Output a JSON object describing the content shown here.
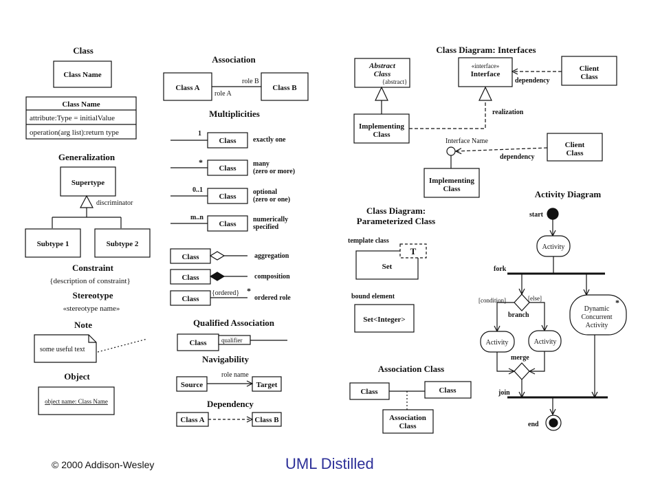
{
  "footer": {
    "copyright": "© 2000 Addison-Wesley",
    "title": "UML Distilled"
  },
  "class_section": {
    "heading": "Class",
    "class_name_box": "Class Name",
    "detail_name": "Class Name",
    "detail_attribute": "attribute:Type = initialValue",
    "detail_operation": "operation(arg list):return type"
  },
  "generalization": {
    "heading": "Generalization",
    "supertype": "Supertype",
    "discriminator": "discriminator",
    "subtype1": "Subtype 1",
    "subtype2": "Subtype 2"
  },
  "constraint": {
    "heading": "Constraint",
    "text": "{description of constraint}"
  },
  "stereotype": {
    "heading": "Stereotype",
    "text": "«stereotype name»"
  },
  "note": {
    "heading": "Note",
    "text": "some useful text"
  },
  "object": {
    "heading": "Object",
    "text": "object name: Class Name"
  },
  "association": {
    "heading": "Association",
    "class_a": "Class A",
    "class_b": "Class B",
    "role_a": "role A",
    "role_b": "role B"
  },
  "multiplicities": {
    "heading": "Multiplicities",
    "rows": [
      {
        "mult": "1",
        "cls": "Class",
        "desc1": "exactly one",
        "desc2": ""
      },
      {
        "mult": "*",
        "cls": "Class",
        "desc1": "many",
        "desc2": "(zero or more)"
      },
      {
        "mult": "0..1",
        "cls": "Class",
        "desc1": "optional",
        "desc2": "(zero or one)"
      },
      {
        "mult": "m..n",
        "cls": "Class",
        "desc1": "numerically",
        "desc2": "specified"
      }
    ]
  },
  "aggregation_rows": [
    {
      "cls": "Class",
      "label": "aggregation"
    },
    {
      "cls": "Class",
      "label": "composition"
    },
    {
      "cls": "Class",
      "label": "ordered role",
      "tag": "{ordered}",
      "mult": "*"
    }
  ],
  "qualified": {
    "heading": "Qualified Association",
    "cls": "Class",
    "qualifier": "qualifier"
  },
  "navigability": {
    "heading": "Navigability",
    "source": "Source",
    "target": "Target",
    "role": "role name"
  },
  "dependency": {
    "heading": "Dependency",
    "class_a": "Class A",
    "class_b": "Class B"
  },
  "interfaces": {
    "heading": "Class Diagram: Interfaces",
    "abstract_l1": "Abstract",
    "abstract_l2": "Class",
    "abstract_tag": "{abstract}",
    "iface_stereo": "«interface»",
    "iface_name": "Interface",
    "client_l1": "Client",
    "client_l2": "Class",
    "dependency1": "dependency",
    "realization": "realization",
    "impl1_l1": "Implementing",
    "impl1_l2": "Class",
    "lollipop_name": "Interface Name",
    "client2_l1": "Client",
    "client2_l2": "Class",
    "dependency2": "dependency",
    "impl2_l1": "Implementing",
    "impl2_l2": "Class"
  },
  "parameterized": {
    "heading1": "Class Diagram:",
    "heading2": "Parameterized Class",
    "template_label": "template class",
    "param": "T",
    "set": "Set",
    "bound_label": "bound element",
    "bound": "Set<Integer>"
  },
  "assoc_class": {
    "heading": "Association Class",
    "left": "Class",
    "right": "Class",
    "ac_l1": "Association",
    "ac_l2": "Class"
  },
  "activity": {
    "heading": "Activity Diagram",
    "start": "start",
    "activity_top": "Activity",
    "fork": "fork",
    "condition": "[condition]",
    "else": "[else]",
    "branch": "branch",
    "act_left": "Activity",
    "act_right": "Activity",
    "dyn_l1": "Dynamic",
    "dyn_l2": "Concurrent",
    "dyn_l3": "Activity",
    "dyn_mult": "*",
    "merge": "merge",
    "join": "join",
    "end": "end"
  }
}
